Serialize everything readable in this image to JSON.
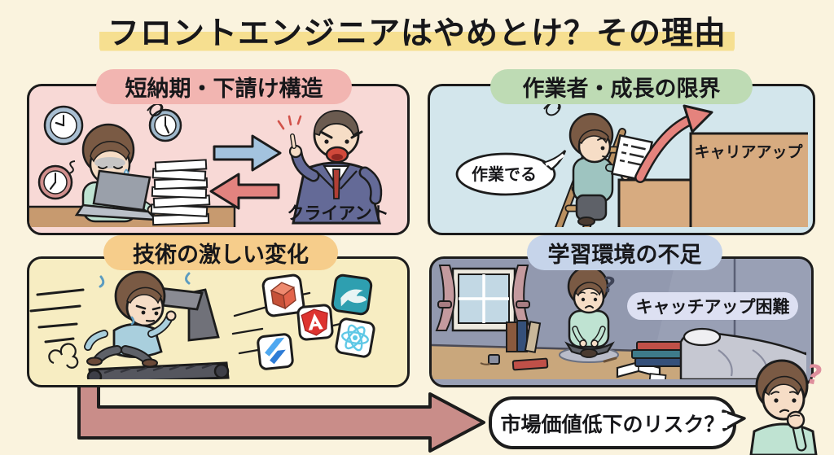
{
  "title": "フロントエンジニアはやめとけ？その理由",
  "panels": {
    "deadline": {
      "header": "短納期・下請け構造",
      "client_label": "クライアント"
    },
    "growth": {
      "header": "作業者・成長の限界",
      "speech": "作業でる",
      "career_label": "キャリアアップ"
    },
    "tech": {
      "header": "技術の激しい変化",
      "logos": [
        "package-cube",
        "teal-framework",
        "angular",
        "react",
        "flutter"
      ]
    },
    "learning": {
      "header": "学習環境の不足",
      "badge": "キャッチアップ困難",
      "question_mark": "?"
    }
  },
  "conclusion": {
    "bubble_text": "市場価値低下のリスク？",
    "question_mark": "?"
  },
  "colors": {
    "background": "#faf3de",
    "title_highlight": "#f6df90",
    "deadline_panel": "#f8d9d6",
    "deadline_pill": "#f2b5b1",
    "growth_panel": "#d3e6ec",
    "growth_pill": "#bedbb4",
    "tech_panel": "#f7edc2",
    "tech_pill": "#f6cd8b",
    "learning_wall": "#99a0b5",
    "learning_pill": "#c6d4ea",
    "catchup_badge": "#dde0f2",
    "conclusion_arrow": "#c98d89",
    "request_arrow": "#a3c3de",
    "pushback_arrow": "#e2837f"
  }
}
